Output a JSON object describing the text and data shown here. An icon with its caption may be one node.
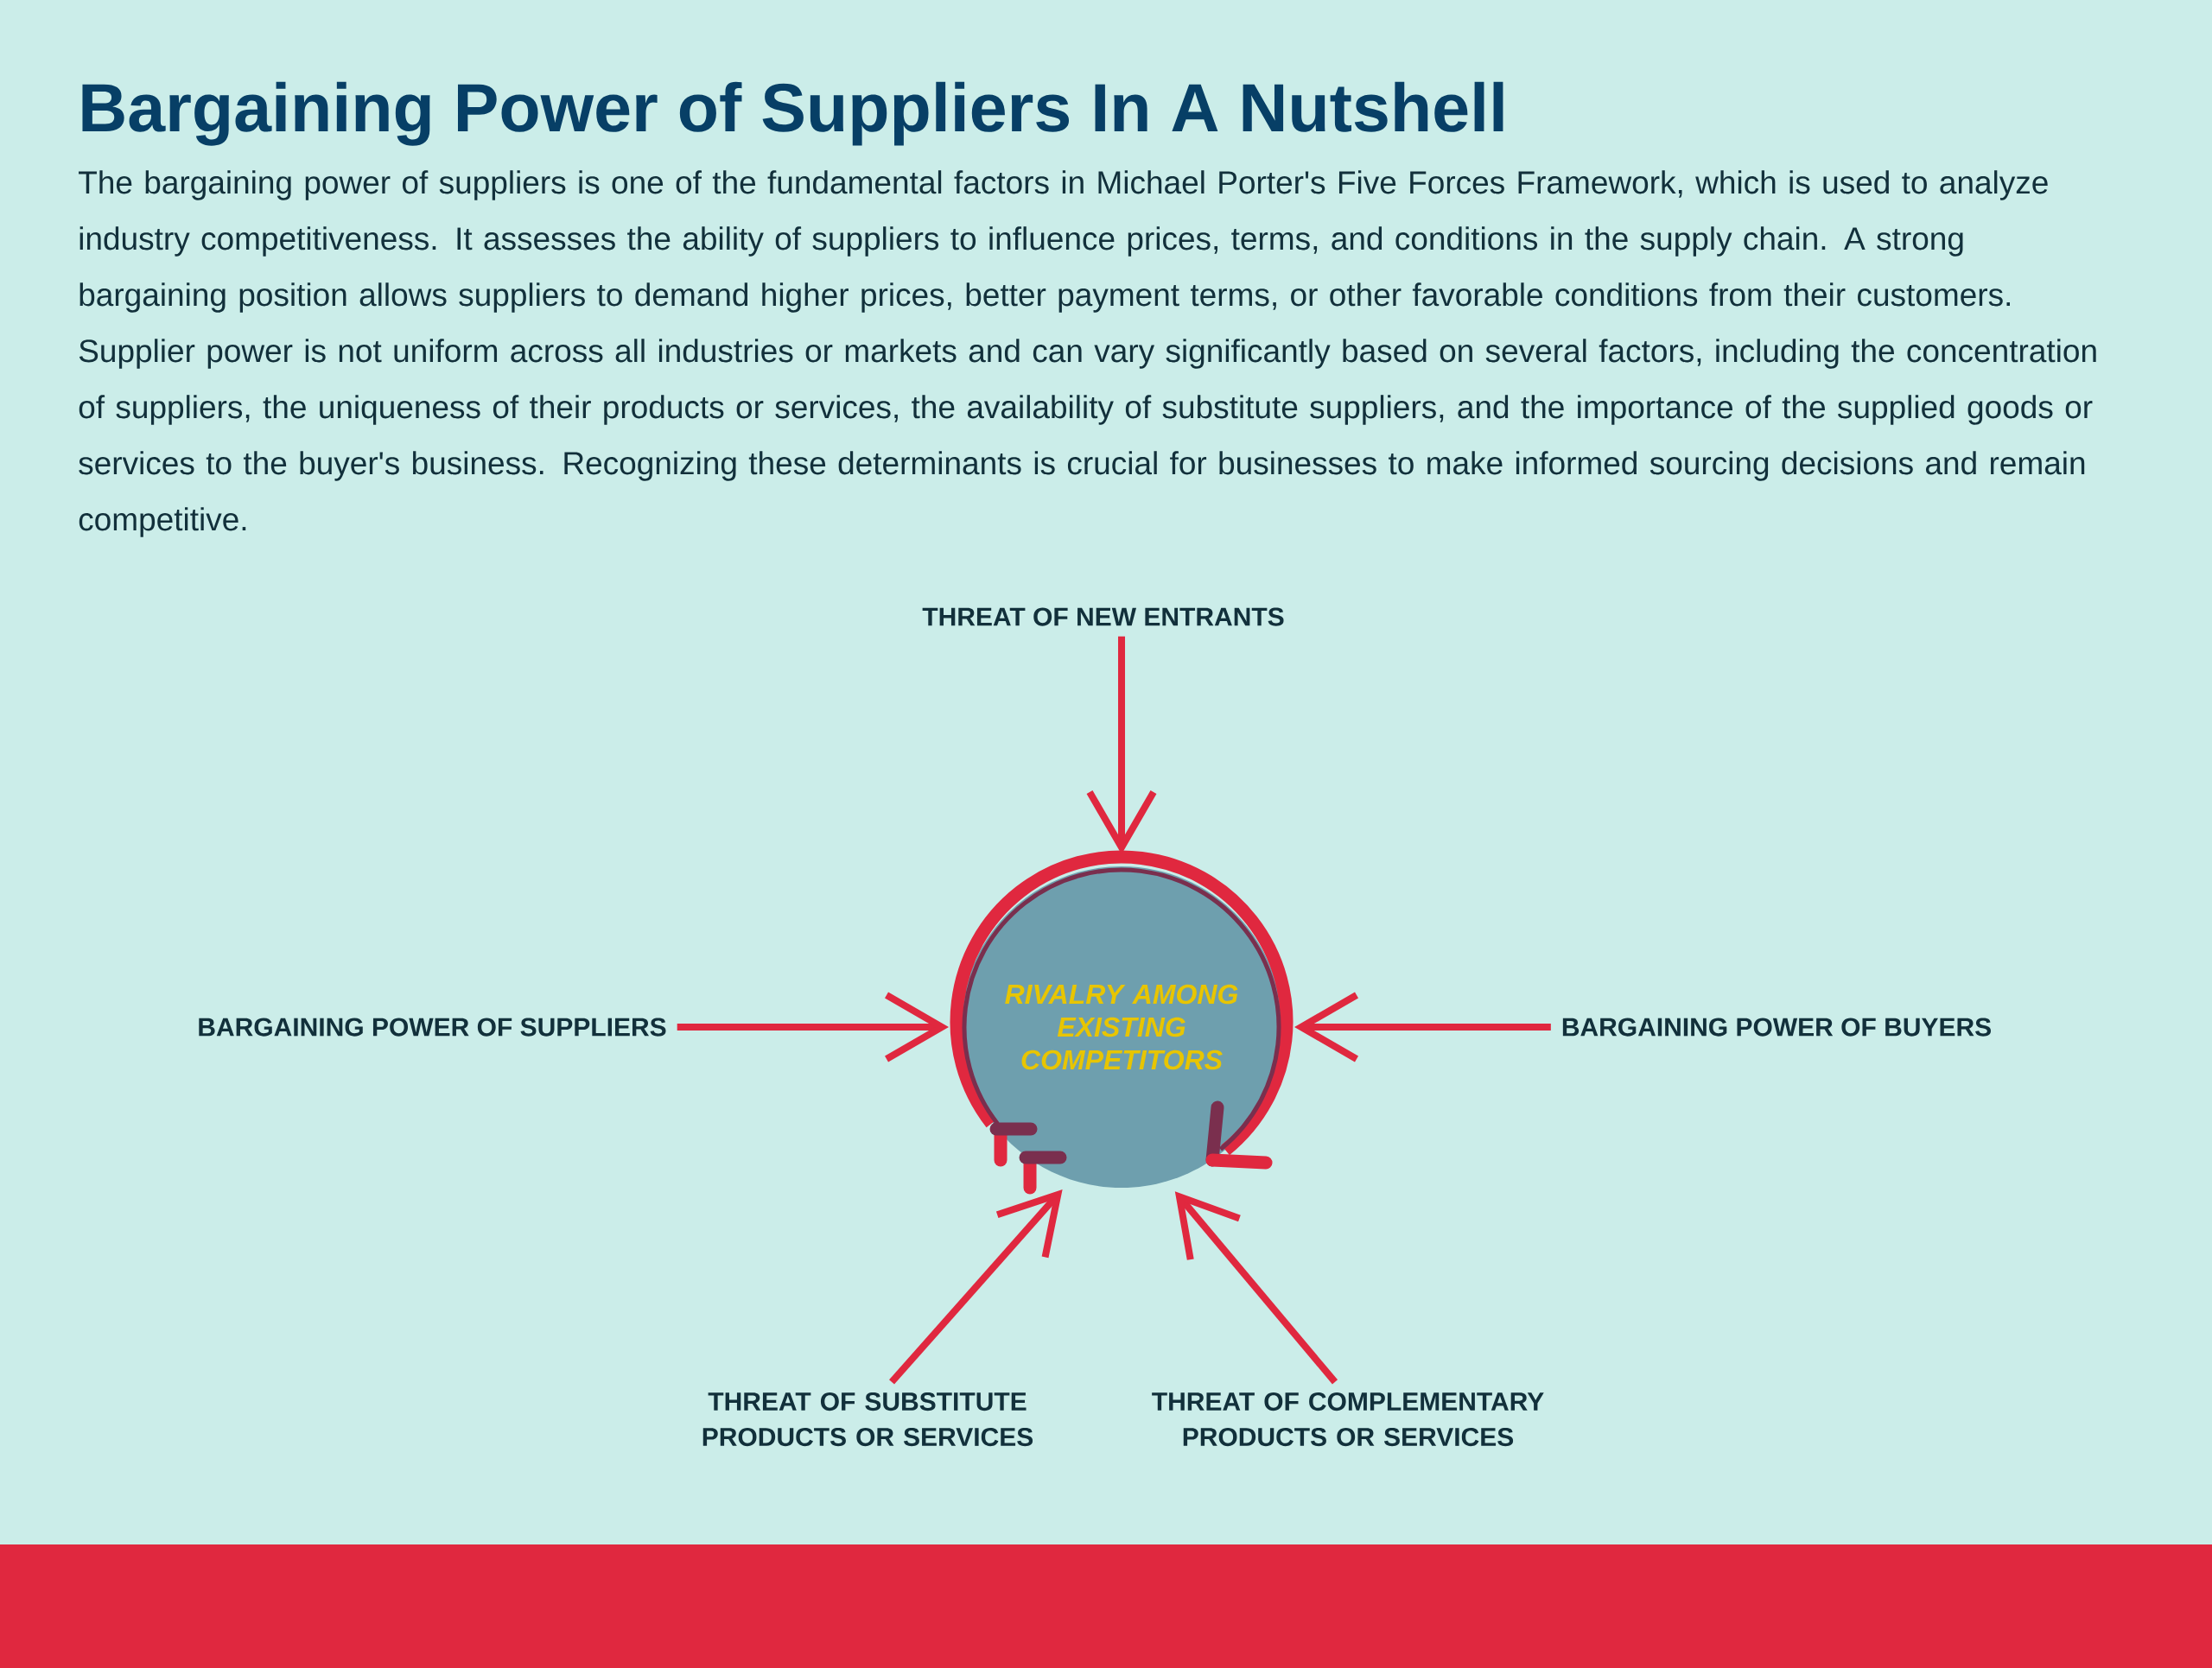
{
  "diagram": {
    "title": "Bargaining Power of Suppliers In A Nutshell",
    "nodes": [
      {
        "text": [
          "THREAT OF NEW ENTRANTS"
        ]
      },
      {
        "text": [
          "BARGAINING POWER OF SUPPLIERS"
        ]
      },
      {
        "text": [
          "RIVALRY AMONG EXISTING COMPETITORS"
        ]
      },
      {
        "text": [
          "BARGAINING POWER OF BUYERS"
        ]
      },
      {
        "text": [
          "THREAT OF SUBSTITUTE PRODUCTS OR SERVICES"
        ]
      },
      {
        "text": [
          "THREAT OF COMPLEMENTARY PRODUCTS OR SERVICES"
        ]
      }
    ],
    "edges": [
      {
        "from": 0,
        "to": 2,
        "arrow": "to"
      },
      {
        "from": 1,
        "to": 2,
        "arrow": "to"
      },
      {
        "from": 3,
        "to": 2,
        "arrow": "to"
      },
      {
        "from": 4,
        "to": 2,
        "arrow": "to"
      },
      {
        "from": 5,
        "to": 2,
        "arrow": "to"
      }
    ],
    "labels": [
      "The bargaining power of suppliers is one of the fundamental factors in Michael Porter's Five Forces Framework, which is used to analyze industry competitiveness. It assesses the ability of suppliers to influence prices, terms, and conditions in the supply chain. A strong bargaining position allows suppliers to demand higher prices, better payment terms, or other favorable conditions from their customers. Supplier power is not uniform across all industries or markets and can vary significantly based on several factors, including the concentration of suppliers, the uniqueness of their products or services, the availability of substitute suppliers, and the importance of the supplied goods or services to the buyer's business. Recognizing these determinants is crucial for businesses to make informed sourcing decisions and remain competitive."
    ]
  }
}
